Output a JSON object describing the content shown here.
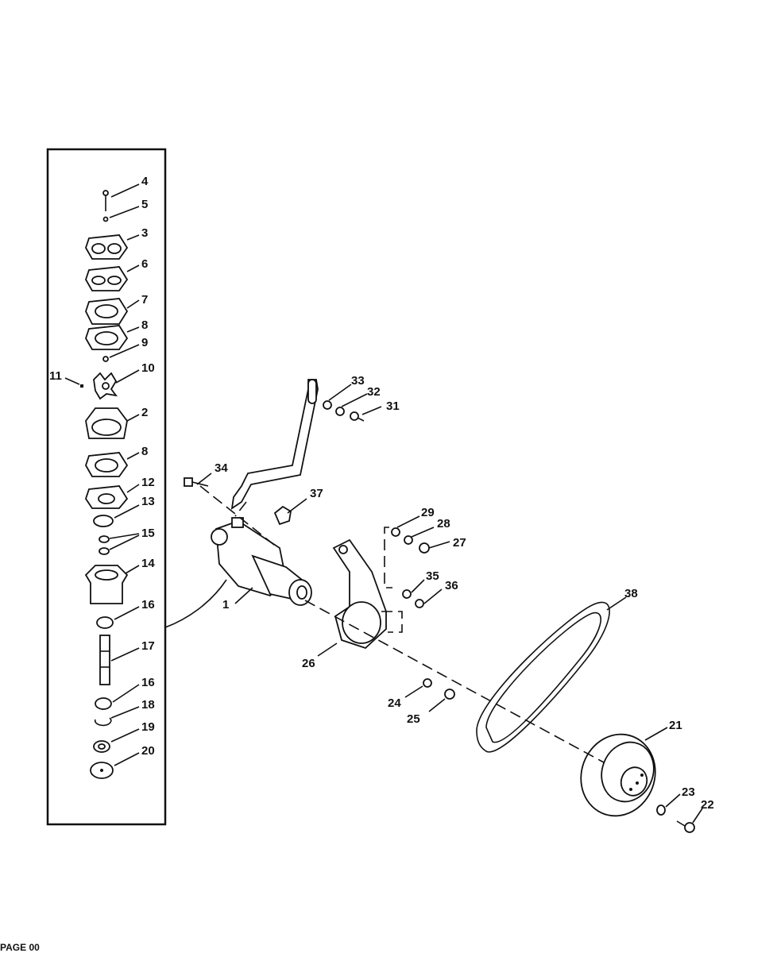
{
  "diagram": {
    "callouts": {
      "p1": "1",
      "p2": "2",
      "p3": "3",
      "p4": "4",
      "p5": "5",
      "p6": "6",
      "p7": "7",
      "p8a": "8",
      "p8b": "8",
      "p9": "9",
      "p10": "10",
      "p11": "11",
      "p12": "12",
      "p13": "13",
      "p14": "14",
      "p15": "15",
      "p16a": "16",
      "p16b": "16",
      "p17": "17",
      "p18": "18",
      "p19": "19",
      "p20": "20",
      "p21": "21",
      "p22": "22",
      "p23": "23",
      "p24": "24",
      "p25": "25",
      "p26": "26",
      "p27": "27",
      "p28": "28",
      "p29": "29",
      "p31": "31",
      "p32": "32",
      "p33": "33",
      "p34": "34",
      "p35": "35",
      "p36": "36",
      "p37": "37",
      "p38": "38"
    }
  },
  "footer": {
    "page": "PAGE 00"
  }
}
